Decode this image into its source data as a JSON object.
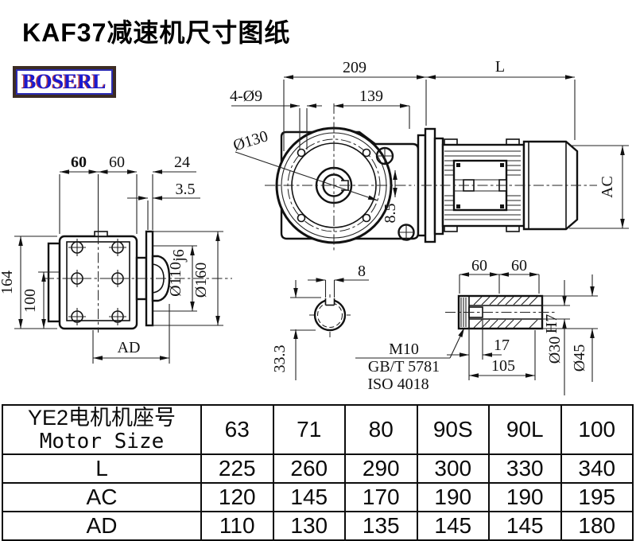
{
  "title": "KAF37减速机尺寸图纸",
  "logo_text": "BOSERL",
  "drawing": {
    "front": {
      "overall_width": "209",
      "flange_width": "139",
      "bolt_holes": "4-Ø9",
      "bolt_circle": "Ø130",
      "slot_width": "8.5"
    },
    "motor": {
      "length": "L",
      "height": "AC"
    },
    "side": {
      "spacing_left": "60",
      "spacing_right": "60",
      "flange_offset": "24",
      "flange_thickness": "3.5",
      "height_total": "164",
      "height_center": "100",
      "spigot": "Ø110",
      "spigot_tol": "j6",
      "flange_dia": "Ø160",
      "width_ad": "AD"
    },
    "section": {
      "key_width": "8",
      "key_depth": "33.3"
    },
    "note": {
      "thread": "M10",
      "std_gb": "GB/T 5781",
      "std_iso": "ISO 4018"
    },
    "shaft": {
      "len_left": "60",
      "len_right": "60",
      "key_len": "17",
      "len_total": "105",
      "bore": "Ø30",
      "bore_tol": "H7",
      "od": "Ø45"
    }
  },
  "table": {
    "header_cn": "YE2电机机座号",
    "header_en": "Motor Size",
    "columns": [
      "63",
      "71",
      "80",
      "90S",
      "90L",
      "100"
    ],
    "rows": [
      {
        "label": "L",
        "values": [
          "225",
          "260",
          "290",
          "300",
          "330",
          "340"
        ]
      },
      {
        "label": "AC",
        "values": [
          "120",
          "145",
          "170",
          "190",
          "190",
          "195"
        ]
      },
      {
        "label": "AD",
        "values": [
          "110",
          "130",
          "135",
          "145",
          "145",
          "180"
        ]
      }
    ]
  }
}
